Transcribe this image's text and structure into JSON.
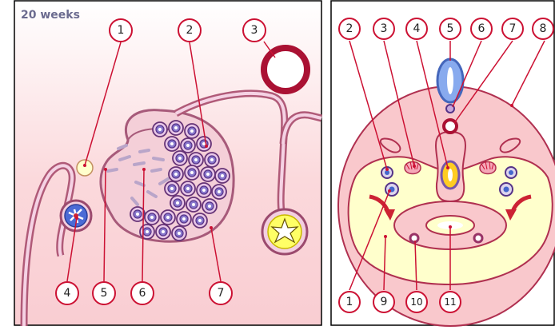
{
  "left_panel": {
    "title": "20 weeks",
    "labels": [
      "1",
      "2",
      "3",
      "4",
      "5",
      "6",
      "7"
    ]
  },
  "right_panel": {
    "labels": [
      "2",
      "3",
      "4",
      "5",
      "6",
      "7",
      "8",
      "1",
      "9",
      "10",
      "11"
    ]
  },
  "colors": {
    "label_line": "#cc1133",
    "outline": "#993355",
    "tissue_pink": "#f9c8cc",
    "yellow": "#ffffcc",
    "blue": "#5577cc",
    "border": "#000000"
  }
}
